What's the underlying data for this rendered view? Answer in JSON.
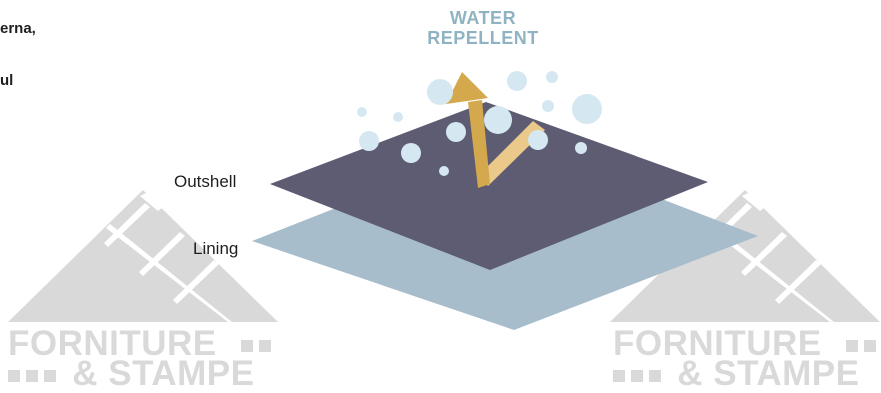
{
  "intro": {
    "line1": "erna,",
    "line2": "ul"
  },
  "feature": {
    "title_line1": "WATER",
    "title_line2": "REPELLENT",
    "title_color": "#8fb3c2"
  },
  "layers": {
    "outshell_label": "Outshell",
    "lining_label": "Lining",
    "outshell_color": "#5e5c72",
    "lining_color": "#a7bdcc"
  },
  "arrow": {
    "up_color": "#d4a84d",
    "incoming_color": "#ebc98a"
  },
  "droplet_color": "#d5e8f1",
  "watermark": {
    "line1": "FORNITURE",
    "line2": "& STAMPE",
    "color": "#d9d9d9"
  }
}
